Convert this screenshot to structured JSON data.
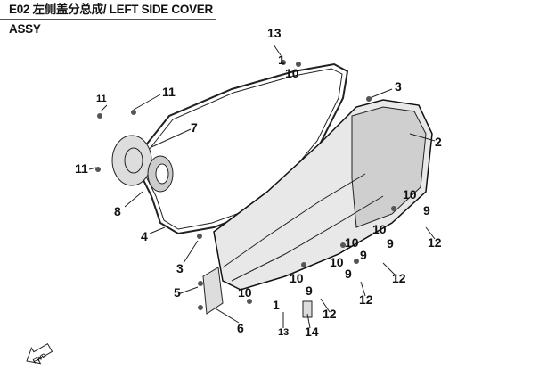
{
  "title": "E02 左侧盖分总成/ LEFT SIDE COVER ASSY",
  "fwd_label": "FWD",
  "callouts": [
    "13",
    "1",
    "10",
    "11",
    "11",
    "7",
    "11",
    "8",
    "4",
    "3",
    "3",
    "2",
    "10",
    "9",
    "12",
    "10",
    "9",
    "10",
    "9",
    "12",
    "10",
    "9",
    "12",
    "10",
    "9",
    "12",
    "5",
    "6",
    "10",
    "1",
    "13",
    "14"
  ]
}
